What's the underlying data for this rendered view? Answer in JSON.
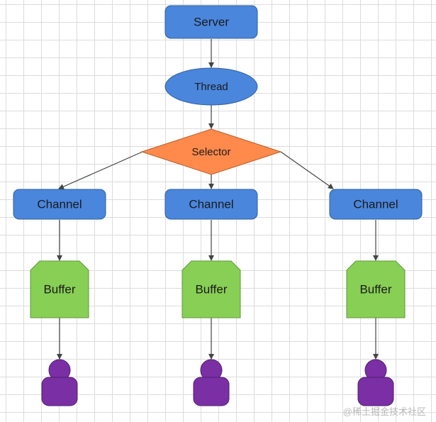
{
  "nodes": {
    "server": "Server",
    "thread": "Thread",
    "selector": "Selector",
    "channels": [
      "Channel",
      "Channel",
      "Channel"
    ],
    "buffers": [
      "Buffer",
      "Buffer",
      "Buffer"
    ]
  },
  "icons": {
    "client": "person-icon"
  },
  "colors": {
    "blue": "#4a86dc",
    "orange": "#ff8a4c",
    "green": "#88cf55",
    "purple": "#7b2fa5",
    "edge": "#444444"
  },
  "watermark": "@稀土掘金技术社区"
}
